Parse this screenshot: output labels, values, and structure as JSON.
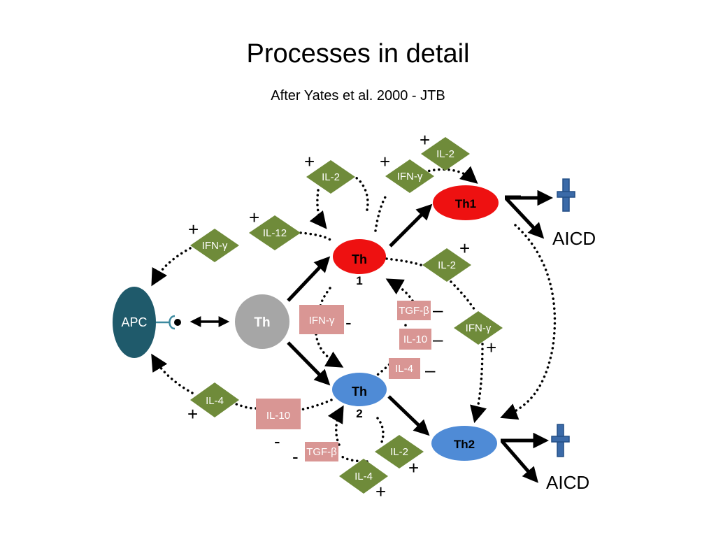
{
  "slide": {
    "title": "Processes in detail",
    "subtitle": "After Yates et al. 2000 - JTB"
  },
  "colors": {
    "cytokine_positive": "#6f8b3a",
    "cytokine_negative": "#d99694",
    "th1": "#ee1111",
    "th2": "#4f8bd6",
    "th_naive": "#a6a6a6",
    "apc": "#1f5a6b",
    "death_symbol": "#3b6aa8",
    "arrow": "#000000"
  },
  "nodes": {
    "apc": "APC",
    "th": "Th",
    "th1_transitional_line1": "Th",
    "th1_transitional_line2": "1",
    "th2_transitional_line1": "Th",
    "th2_transitional_line2": "2",
    "th1": "Th1",
    "th2": "Th2"
  },
  "cytokines": {
    "il2_top_left": "IL-2",
    "ifng_top": "IFN-γ",
    "il2_top_right": "IL-2",
    "il12": "IL-12",
    "ifng_left": "IFN-γ",
    "il2_mid_right": "IL-2",
    "ifng_right": "IFN-γ",
    "il4_left": "IL-4",
    "il2_bottom": "IL-2",
    "il4_bottom": "IL-4",
    "ifng_center_neg": "IFN-γ",
    "tgfb_center": "TGF-β",
    "il10_center": "IL-10",
    "il4_center": "IL-4",
    "il10_left_neg": "IL-10",
    "tgfb_bottom": "TGF-β"
  },
  "signs": {
    "plus": "+",
    "minus": "–",
    "minus_short": "-"
  },
  "outcomes": {
    "aicd_top": "AICD",
    "aicd_bottom": "AICD"
  }
}
